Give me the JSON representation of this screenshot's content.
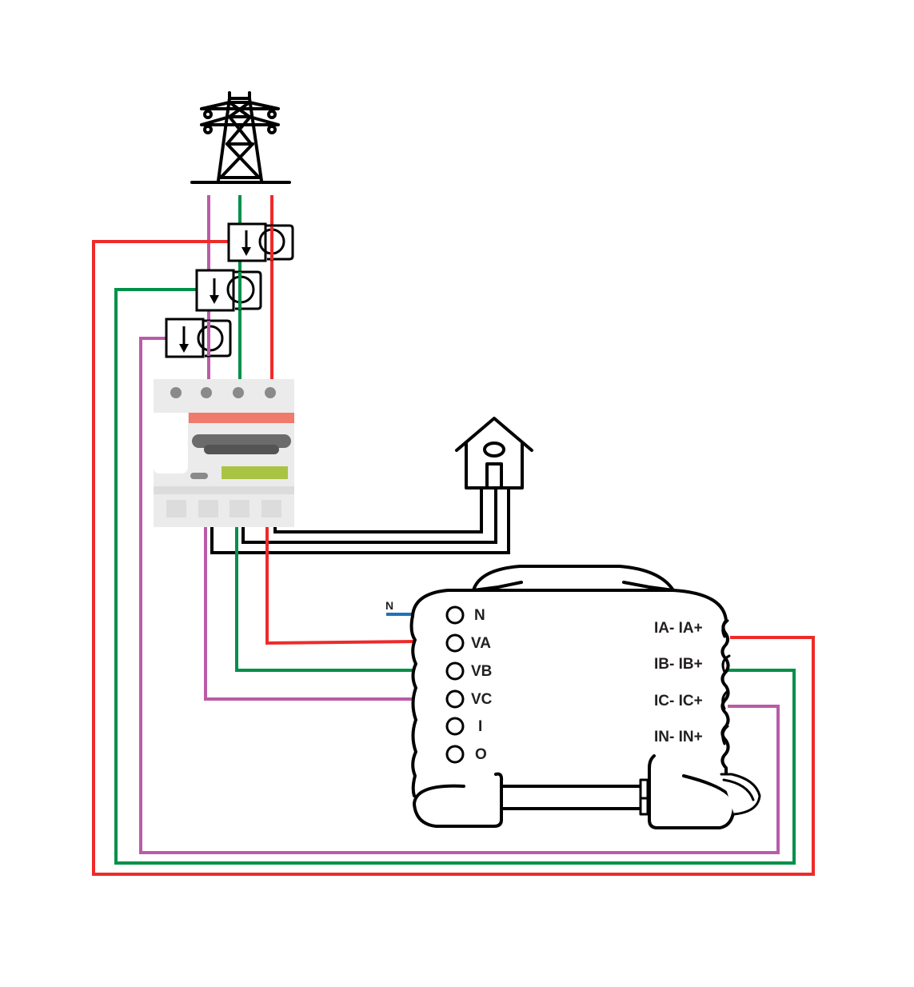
{
  "colors": {
    "phase_a": "#ee2a2a",
    "phase_b": "#00904a",
    "phase_c": "#b95ca8",
    "neutral": "#1f72b8",
    "line": "#000000",
    "breaker_body": "#ebebeb",
    "breaker_stripe": "#f07a6c",
    "breaker_display": "#a9c443",
    "breaker_handle": "#6b6b6b",
    "breaker_dot": "#8a8a8a"
  },
  "components": {
    "grid": {
      "icon": "transmission-tower-icon"
    },
    "current_clamps": [
      {
        "phase": "A",
        "icon": "ct-clamp-icon"
      },
      {
        "phase": "B",
        "icon": "ct-clamp-icon"
      },
      {
        "phase": "C",
        "icon": "ct-clamp-icon"
      }
    ],
    "breaker": {
      "icon": "circuit-breaker-icon"
    },
    "house": {
      "icon": "house-icon"
    },
    "meter": {
      "icon": "energy-meter-icon",
      "neutral_wire_label": "N",
      "voltage_terminals": [
        "N",
        "VA",
        "VB",
        "VC",
        "I",
        "O"
      ],
      "current_terminals": [
        "IA- IA+",
        "IB- IB+",
        "IC- IC+",
        "IN- IN+"
      ]
    }
  }
}
